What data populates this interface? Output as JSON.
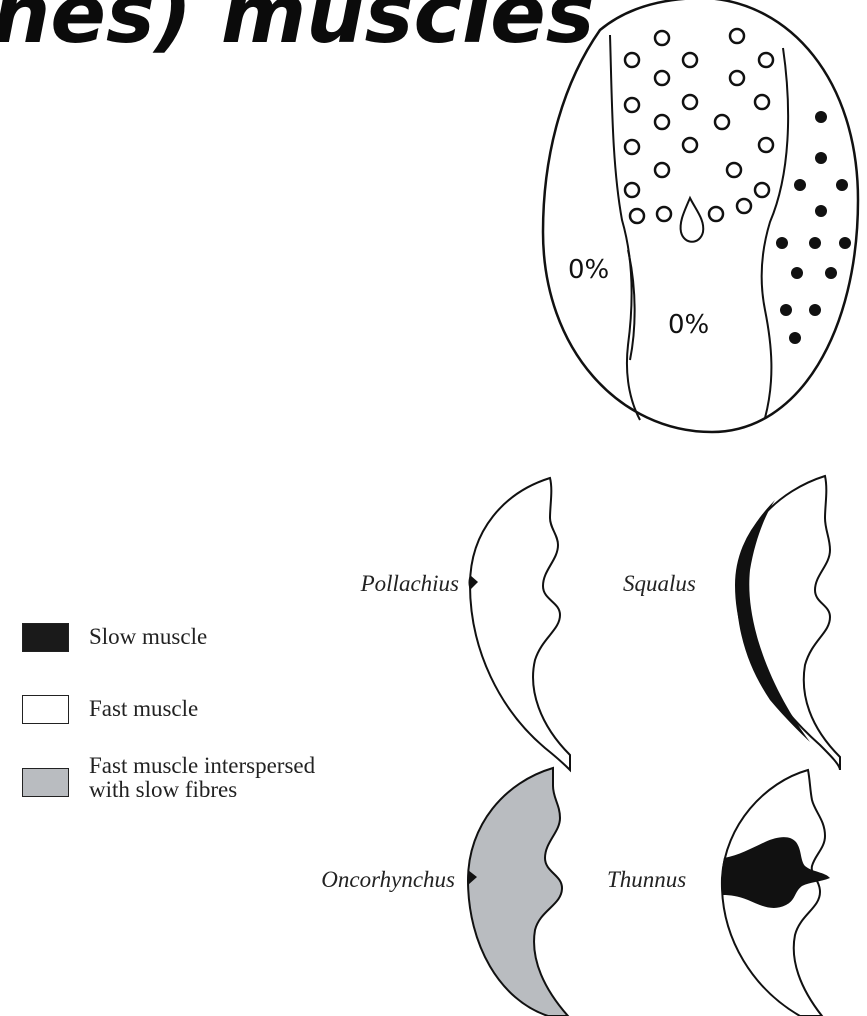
{
  "title": "nes) muscles",
  "cross_section": {
    "left_zone_label": "0%",
    "center_zone_label": "0%"
  },
  "legend": {
    "items": [
      {
        "label": "Slow muscle",
        "color": "#1a1a1a"
      },
      {
        "label": "Fast muscle",
        "color": "#ffffff"
      },
      {
        "label": "Fast muscle interspersed\nwith slow fibres",
        "color": "#b9bcc0"
      }
    ]
  },
  "species": {
    "pollachius": "Pollachius",
    "squalus": "Squalus",
    "oncorhynchus": "Oncorhynchus",
    "thunnus": "Thunnus"
  }
}
